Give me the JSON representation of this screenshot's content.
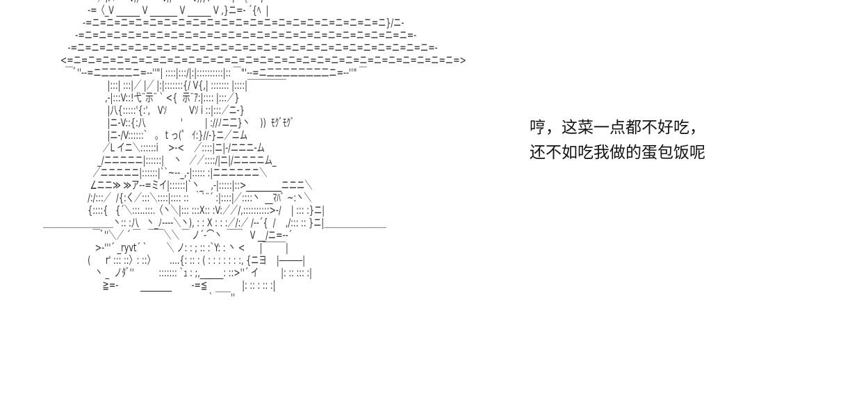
{
  "art_lines": [
    "                      ／,.ﾍ      V//         V//        V//,'.         ,  ｛ ~'',",
    "                  -=〈_V ______ V _______ V ______ V ,}ニ=- ´{ﾍ  |",
    "                -=ニ=ニ=ニ=ニ=ニ=ニ=ニ=ニ=ニ=ニ=ニ=ニ=ニ=ニ=ニ=ニ=ニ=ニ=ニ=ニ=ニ}/ニ-",
    "             -=ニ=ニ=ニ=ニ=ニ=ニ=ニ=ニ=ニ=ニ=ニ=ニ=ニ=ニ=ニ=ニ=ニ=ニ=ニ=ニ=ニ=ニ=ニ=-",
    "          -=ニ=ニ=ニ=ニ=ニ=ニ=ニ=ニ=ニ=ニ=ニ=ニ=ニ=ニ=ニ=ニ=ニ=ニ=ニ=ニ=ニ=ニ=ニ=ニ=ニ=-",
    "       <=ニ=ニ=ニ=ニ=ニ=ニ=ニ=ニ=ニ=ニ=ニ=ニ=ニ=ニ=ニ=ニ=ニ=ニ=ニ=ニ=ニ=ニ=ニ=ニ=ニ=ニ=ニ=>",
    "         ￣ﾞ''‐-=ニ二二二二ニ=-‐''\"| ::::|:::/|:|::::::::::|:: ￣\"'‐-=ニ二二二二二二二二ニ=-‐''\" ￣",
    "                          |:::| :::|／ |／ |:|:::::::{/ V{,| ::::::: |::::|￣￣￣￣￣",
    "                         ,-|:::V::!弋¨示¨ ` <{  示¨ｱ:|:::: |:::／}",
    "                          |八{:::::'{:',   Vｿ         Vｿ i ::|:::／ニ-}",
    "                          |ニ-V::{:八              '         | ://ﾉニ二}丶    ))  ﾓｸﾞﾓｸﾞ",
    "                          |ニ-/V::::::`   。 t っ(゜ ｲ:}//-}ニ／ニム",
    "                        ／L イニ＼::::::i    >-<    ／::::|ニ|-/ニニニ-ム",
    "                      _/ニニニニニ|::::::|    丶   ／／::::/|ニ|/ニニニニム_",
    "                    ／ニニニニニ|::::::|``~‐-_,-|::::: :|ニニニニニニ＼",
    "                   ∠ニニ≫ ≫ア‐-=ミイ|::::::|`丶_   ,-|:::::|::>_________ニニニ＼",
    "                  /:/:::／  /{:く／:::＼::::|:::: ::  ｀`¨´ :|::::|／::::丶  __ﾏﾊﾞ ~:丶＼",
    "                  {::::{   {´＼:::..:::.〈丶＼|::: :::X:: :V:／／/,::::::::::>‐/    | ::: :}ニ|",
    "＿＿＿＿＿＿＿＿＿丶:: :八   丶_ﾉ‐‐‐‐＼丶), : : X : : :／/:／ /‐‐´{  /    ,/::: :: }ニ|＿＿＿＿＿＿＿＿",
    "                    ￣ﾞ''＼／ ´ ￣   ￣￣＼＼ ￣ ノ´‐⌒丶  ￣￣   V __/ニ=‐‐´",
    "                     >‐'''´ _ryvt´ `        ＼ ノ: : ; :: :`Y: : 丶 <      |￣￣￣|",
    "                  (      r' ::: ::〉: ::〉      ....{: :: : ( : : : : : : :, {ニヨ    |―――|",
    "                     丶 _  ノﾀﾞ''          ::::::: `ｭ : ;,______: ::>''´ イ         |: :: ::: :|",
    "                        ≧=-         ________        -=≦              |: :: : :: :|",
    "                                                                   ` ￣￣''"
  ],
  "dialogue": {
    "line1": "哼，这菜一点都不好吃，",
    "line2": "还不如吃我做的蛋包饭呢"
  },
  "colors": {
    "background": "#ffffff",
    "art": "#333333",
    "text": "#111111"
  }
}
